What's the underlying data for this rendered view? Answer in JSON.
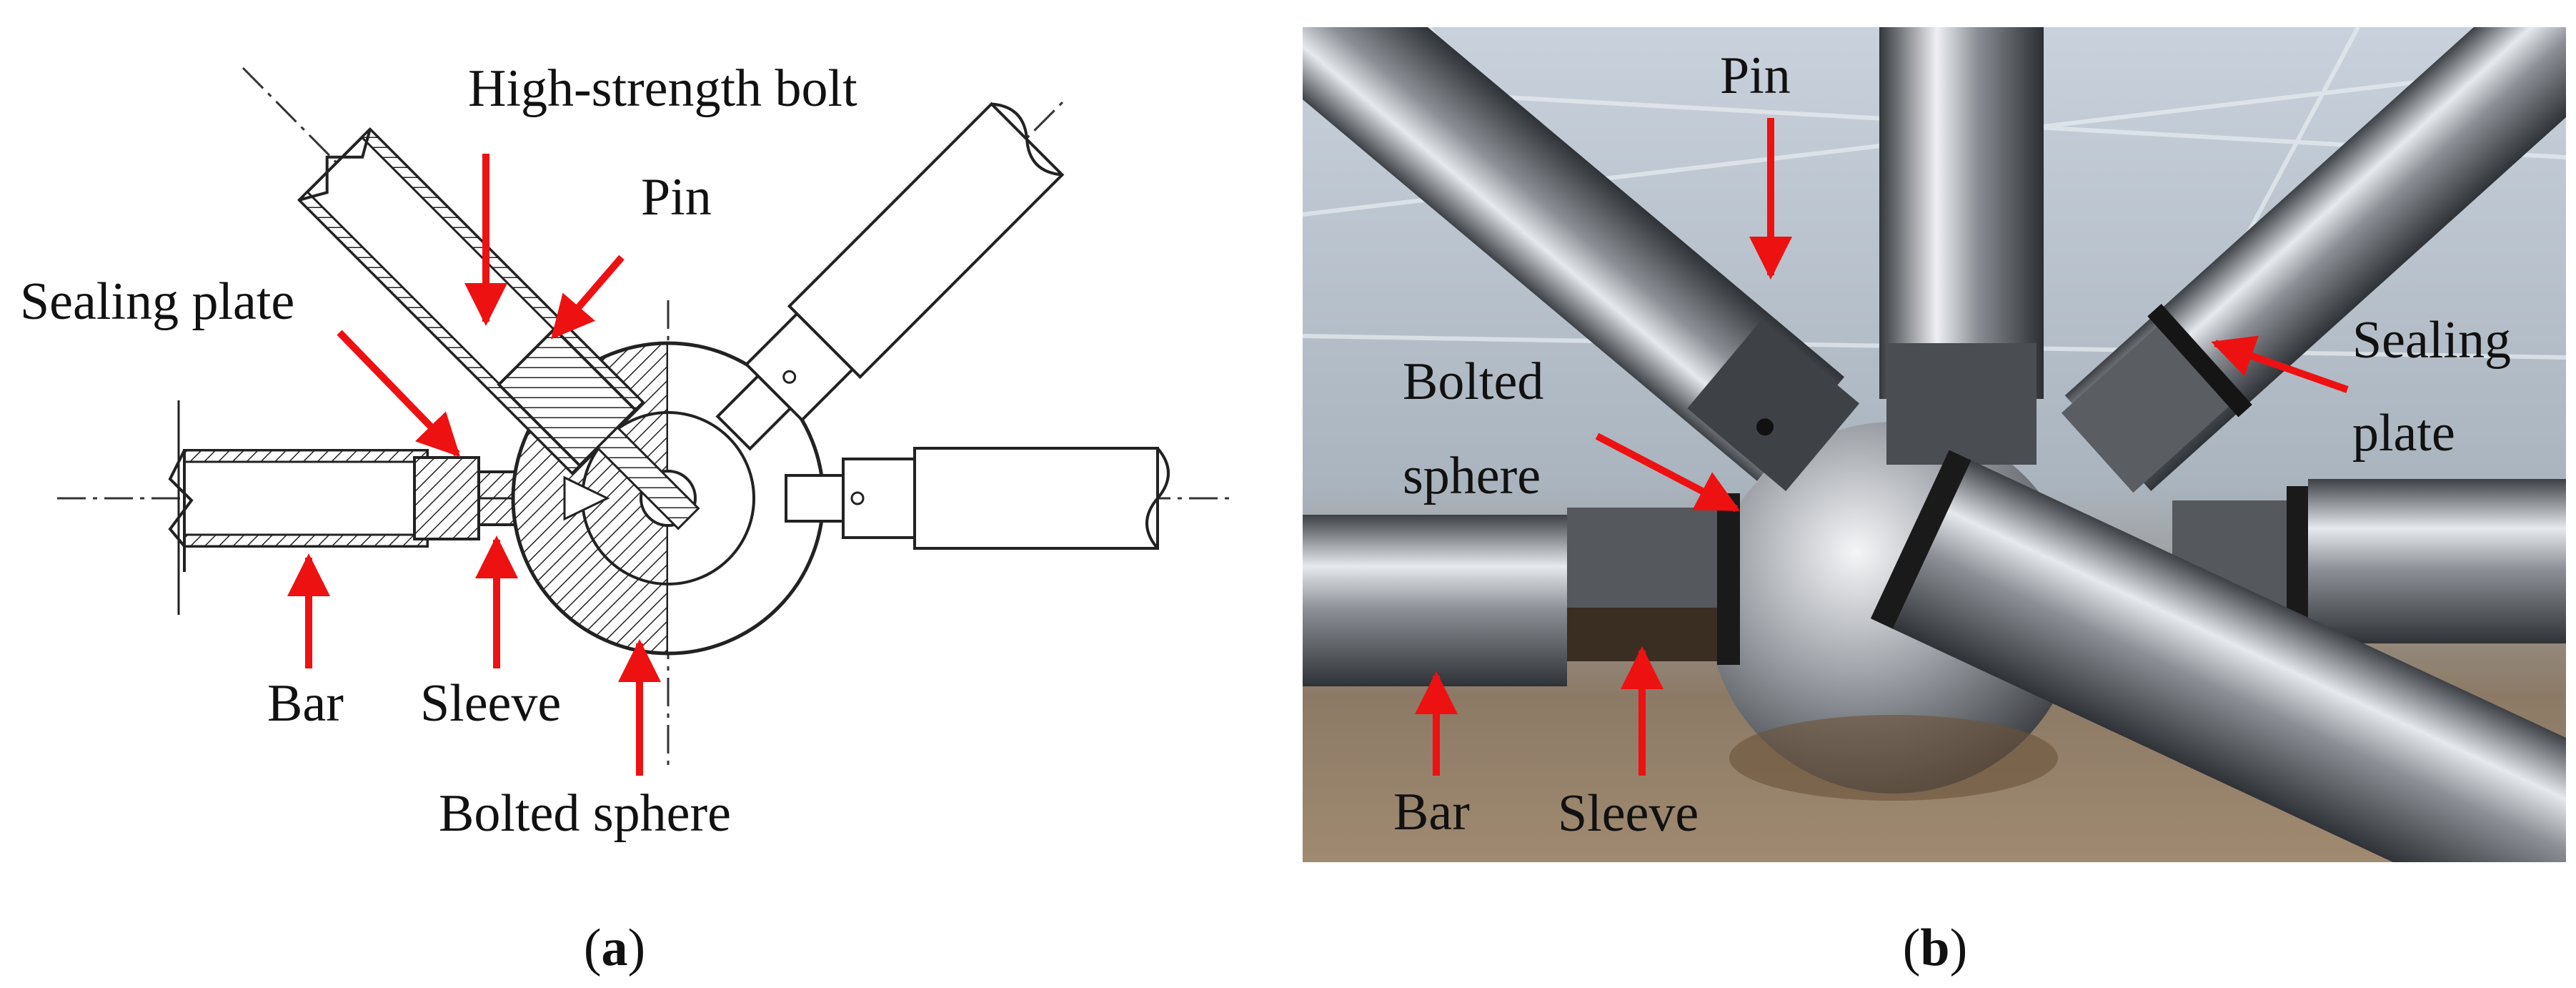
{
  "panel_a": {
    "labels": {
      "bolt": "High-strength bolt",
      "pin": "Pin",
      "sealing_plate": "Sealing plate",
      "bar": "Bar",
      "sleeve": "Sleeve",
      "bolted_sphere": "Bolted sphere"
    },
    "caption_open": "(",
    "caption_letter": "a",
    "caption_close": ")"
  },
  "panel_b": {
    "labels": {
      "pin": "Pin",
      "bolted_line1": "Bolted",
      "bolted_line2": "sphere",
      "sealing_line1": "Sealing",
      "sealing_line2": "plate",
      "bar": "Bar",
      "sleeve": "Sleeve"
    },
    "caption_open": "(",
    "caption_letter": "b",
    "caption_close": ")"
  },
  "colors": {
    "arrow": "#ee1111",
    "line": "#222222",
    "steel_dark": "#4a4d52",
    "steel_light": "#d9dde2"
  }
}
